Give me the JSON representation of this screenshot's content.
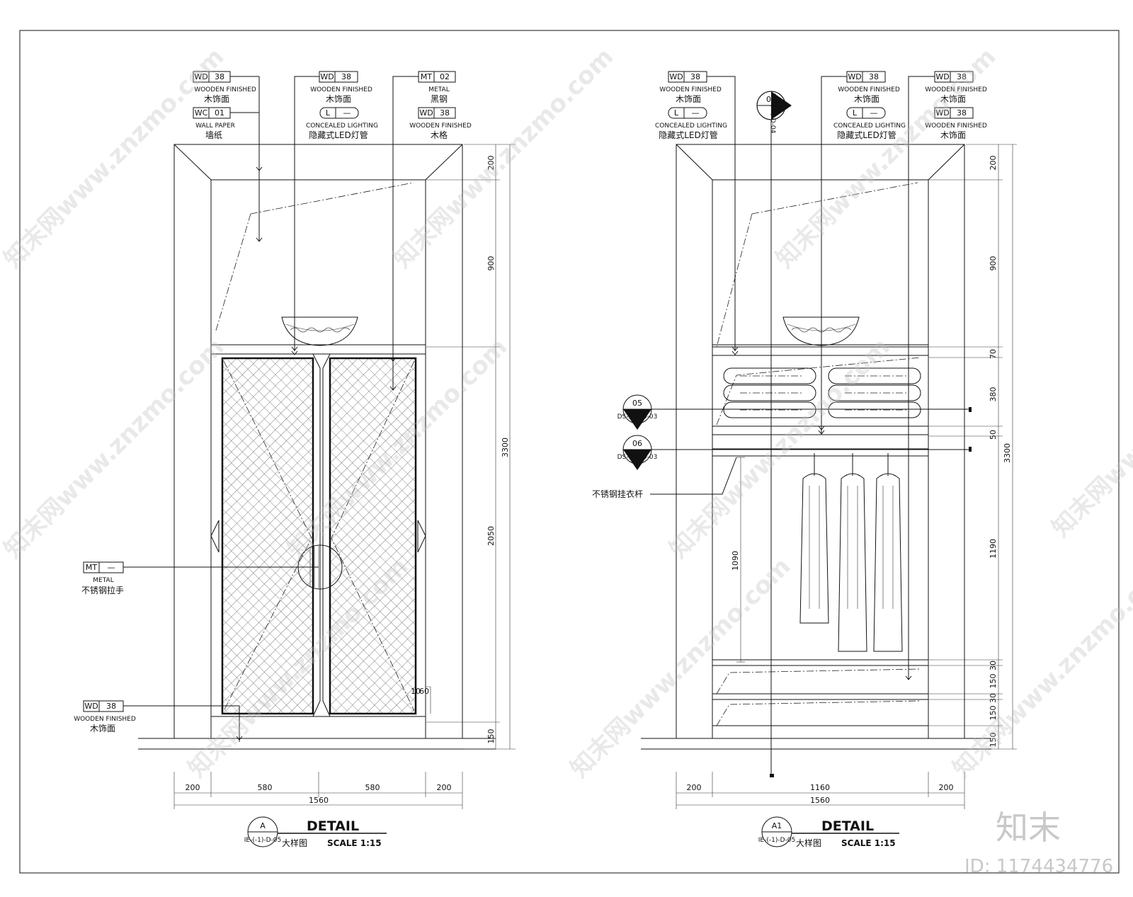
{
  "drawing_a": {
    "tags": {
      "wd38_a": {
        "code": "WD",
        "num": "38",
        "en": "WOODEN FINISHED",
        "cn": "木饰面"
      },
      "wc01": {
        "code": "WC",
        "num": "01",
        "en": "WALL PAPER",
        "cn": "墙纸"
      },
      "wd38_b": {
        "code": "WD",
        "num": "38",
        "en": "WOODEN FINISHED",
        "cn": "木饰面"
      },
      "light_a": {
        "code": "L",
        "num": "—",
        "en": "CONCEALED LIGHTING",
        "cn": "隐藏式LED灯管"
      },
      "mt02": {
        "code": "MT",
        "num": "02",
        "en": "METAL",
        "cn": "黑钢"
      },
      "wd38_c": {
        "code": "WD",
        "num": "38",
        "en": "WOODEN FINISHED",
        "cn": "木格"
      },
      "mt_handle": {
        "code": "MT",
        "num": "—",
        "en": "METAL",
        "cn": "不锈钢拉手"
      },
      "wd38_d": {
        "code": "WD",
        "num": "38",
        "en": "WOODEN FINISHED",
        "cn": "木饰面"
      }
    },
    "dims_v": {
      "d200": "200",
      "d900": "900",
      "d2050": "2050",
      "d150": "150",
      "d3300": "3300"
    },
    "dims_h": {
      "d200a": "200",
      "d580a": "580",
      "d580b": "580",
      "d200b": "200",
      "d1560": "1560"
    },
    "gap_note": "10",
    "gap_note2": "60",
    "title": "DETAIL",
    "ref": "A",
    "ref_sub": "IE-(-1)-D-05",
    "subtitle": "大样图",
    "scale": "SCALE  1:15"
  },
  "drawing_b": {
    "tags": {
      "wd38_a": {
        "code": "WD",
        "num": "38",
        "en": "WOODEN FINISHED",
        "cn": "木饰面"
      },
      "light_a": {
        "code": "L",
        "num": "—",
        "en": "CONCEALED LIGHTING",
        "cn": "隐藏式LED灯管"
      },
      "wd38_b": {
        "code": "WD",
        "num": "38",
        "en": "WOODEN FINISHED",
        "cn": "木饰面"
      },
      "light_b": {
        "code": "L",
        "num": "—",
        "en": "CONCEALED LIGHTING",
        "cn": "隐藏式LED灯管"
      },
      "wd38_c": {
        "code": "WD",
        "num": "38",
        "en": "WOODEN FINISHED",
        "cn": "木饰面"
      },
      "wd38_d": {
        "code": "WD",
        "num": "38",
        "en": "WOODEN FINISHED",
        "cn": "木饰面"
      }
    },
    "section_markers": {
      "s04": {
        "num": "04",
        "ref": "DS-(-1)-D-04"
      },
      "s05": {
        "num": "05",
        "ref": "DS-(-1)-D-03"
      },
      "s06": {
        "num": "06",
        "ref": "DS-(-1)-D-03"
      }
    },
    "rod_label": "不锈钢挂衣杆",
    "dims_v": {
      "d200": "200",
      "d900": "900",
      "d70a": "70",
      "d380": "380",
      "d50": "50",
      "d1190": "1190",
      "d30a": "30",
      "d150a": "150",
      "d30b": "30",
      "d150b": "150",
      "d150c": "150",
      "d3300": "3300",
      "d1090": "1090"
    },
    "dims_h": {
      "d200a": "200",
      "d1160": "1160",
      "d200b": "200",
      "d1560": "1560"
    },
    "title": "DETAIL",
    "ref": "A1",
    "ref_sub": "IE-(-1)-D-05",
    "subtitle": "大样图",
    "scale": "SCALE  1:15"
  },
  "watermarks": {
    "text": "知末网www.znzmo.com",
    "brand": "知末",
    "id_label": "ID: 1174434776"
  }
}
